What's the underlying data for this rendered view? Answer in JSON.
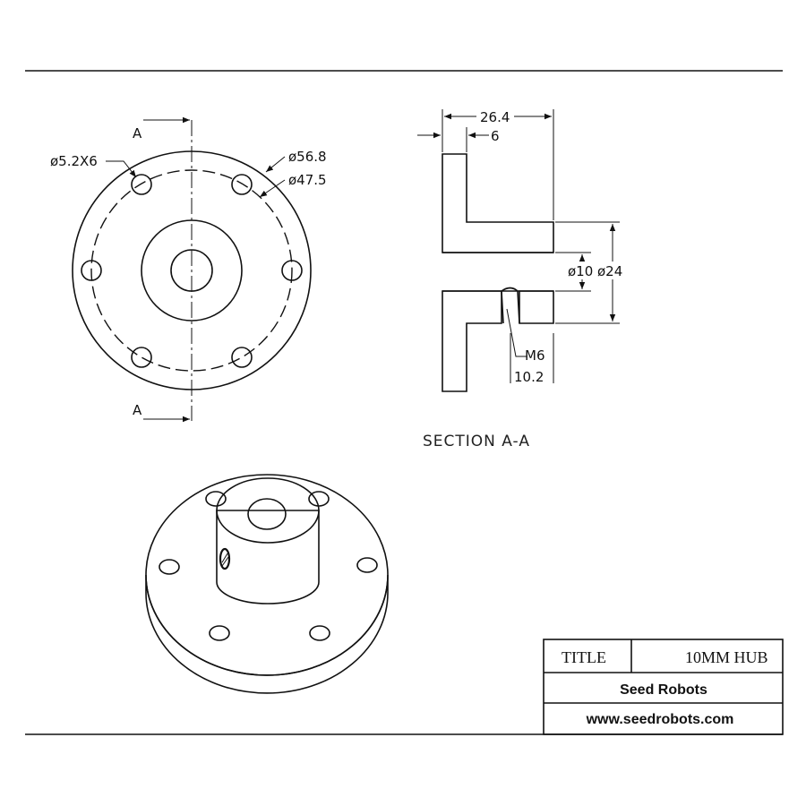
{
  "front_view": {
    "section_label_top": "A",
    "section_label_bottom": "A",
    "dim_holes": "ø5.2X6",
    "dim_outer": "ø56.8",
    "dim_pcd": "ø47.5"
  },
  "section_view": {
    "dim_length": "26.4",
    "dim_flange": "6",
    "dim_bore": "ø10",
    "dim_hub": "ø24",
    "dim_thread": "M6",
    "dim_thread_pos": "10.2",
    "caption": "SECTION  A-A"
  },
  "title_block": {
    "title_label": "TITLE",
    "title_value": "10MM HUB",
    "company": "Seed Robots",
    "website": "www.seedrobots.com"
  }
}
